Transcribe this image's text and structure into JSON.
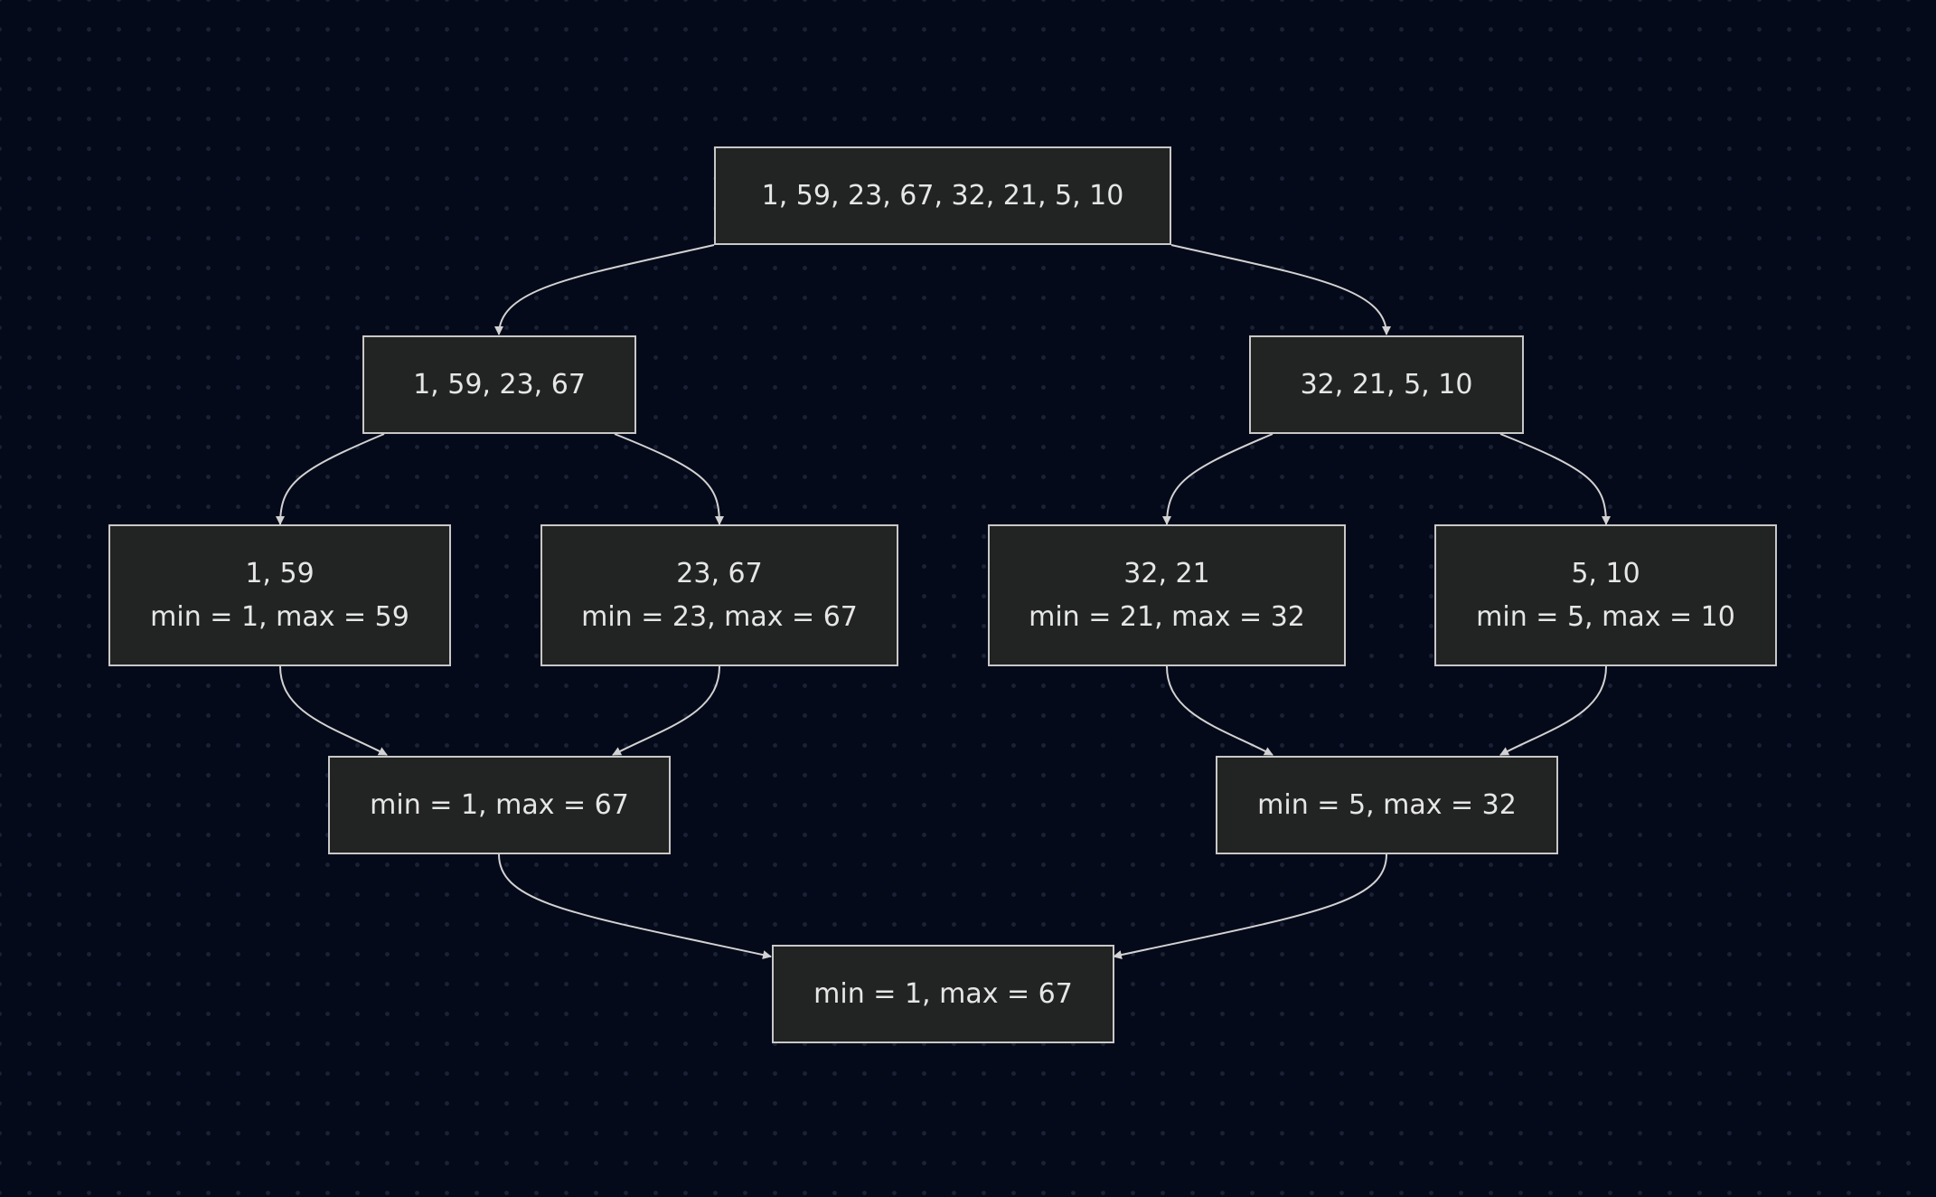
{
  "nodes": {
    "root": {
      "line1": "1, 59, 23, 67, 32, 21, 5, 10"
    },
    "left_half": {
      "line1": "1, 59, 23, 67"
    },
    "right_half": {
      "line1": "32, 21, 5, 10"
    },
    "leaf_1": {
      "line1": "1, 59",
      "line2": "min = 1, max = 59"
    },
    "leaf_2": {
      "line1": "23, 67",
      "line2": "min = 23, max = 67"
    },
    "leaf_3": {
      "line1": "32, 21",
      "line2": "min = 21, max = 32"
    },
    "leaf_4": {
      "line1": "5, 10",
      "line2": "min = 5, max = 10"
    },
    "merge_left": {
      "line1": "min = 1, max = 67"
    },
    "merge_right": {
      "line1": "min = 5, max = 32"
    },
    "result": {
      "line1": "min = 1, max = 67"
    }
  },
  "edges": [
    [
      "root",
      "left_half"
    ],
    [
      "root",
      "right_half"
    ],
    [
      "left_half",
      "leaf_1"
    ],
    [
      "left_half",
      "leaf_2"
    ],
    [
      "right_half",
      "leaf_3"
    ],
    [
      "right_half",
      "leaf_4"
    ],
    [
      "leaf_1",
      "merge_left"
    ],
    [
      "leaf_2",
      "merge_left"
    ],
    [
      "leaf_3",
      "merge_right"
    ],
    [
      "leaf_4",
      "merge_right"
    ],
    [
      "merge_left",
      "result"
    ],
    [
      "merge_right",
      "result"
    ]
  ]
}
